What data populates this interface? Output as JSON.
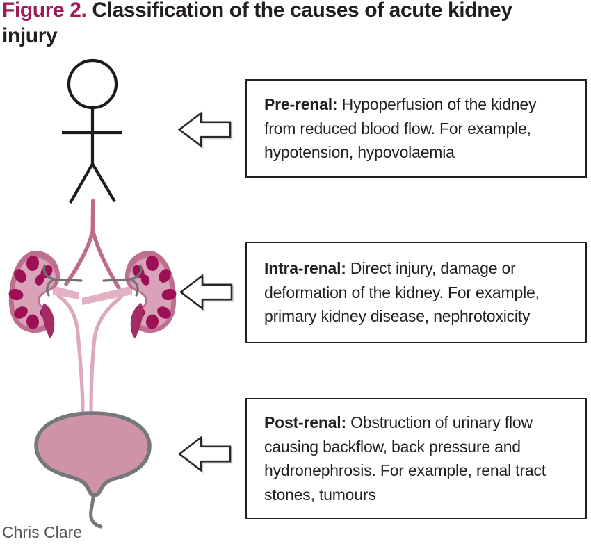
{
  "title": {
    "prefix": "Figure 2.",
    "text": " Classification of the causes of acute kidney\ninjury"
  },
  "boxes": [
    {
      "label": "Pre-renal:",
      "text": " Hypoperfusion of the kidney\nfrom reduced blood flow. For example,\nhypotension, hypovolaemia"
    },
    {
      "label": "Intra-renal:",
      "text": " Direct injury, damage or\ndeformation of the kidney. For example,\nprimary kidney disease, nephrotoxicity"
    },
    {
      "label": "Post-renal:",
      "text": " Obstruction of urinary flow\ncausing backflow, back pressure and\nhydronephrosis. For example, renal tract\nstones, tumours"
    }
  ],
  "credit": "Chris Clare",
  "icons": {
    "arrow": "left-block-arrow",
    "person": "stick-figure",
    "kidneys": "kidneys-illustration",
    "bladder": "bladder-illustration"
  },
  "colors": {
    "title_accent": "#A01A58",
    "text": "#231F20",
    "kidney_body": "#BE6E8E",
    "kidney_lobes": "#9E1056",
    "kidney_pale": "#D8A3B8",
    "vessel_pink": "#BE6B8C",
    "ureter_pink": "#DCA9C0",
    "bladder_fill": "#CF93A9",
    "organ_outline_grey": "#75777A",
    "vessel_grey": "#6E7372",
    "credit_grey": "#55565A"
  }
}
